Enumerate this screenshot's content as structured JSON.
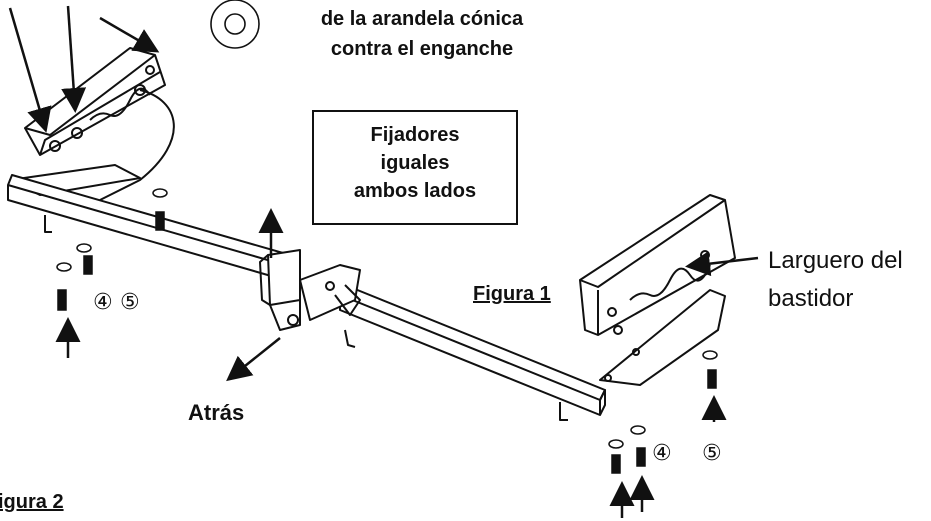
{
  "caption_top": [
    "de la arandela cónica",
    "contra el enganche"
  ],
  "box_text": [
    "Fijadores",
    "iguales",
    "ambos lados"
  ],
  "figura1": "Figura 1",
  "figura2": "igura 2",
  "atras": "Atrás",
  "larguero": [
    "Larguero del",
    "bastidor"
  ],
  "markers_left": [
    "④",
    "⑤"
  ],
  "markers_right": [
    "④",
    "⑤"
  ]
}
